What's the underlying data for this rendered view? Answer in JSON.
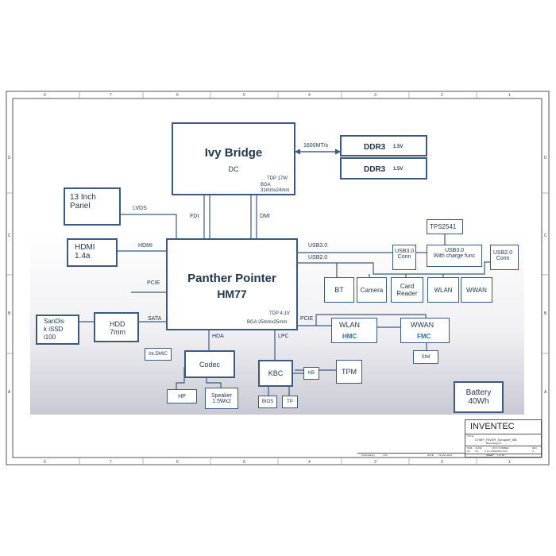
{
  "frame": {
    "col_markers": [
      "6",
      "7",
      "6",
      "5",
      "4",
      "3",
      "2",
      "1"
    ],
    "row_markers": [
      "D",
      "C",
      "B",
      "A"
    ]
  },
  "cpu": {
    "name": "Ivy Bridge",
    "sub": "DC",
    "tdp": "TDP 17W",
    "pkg1": "BGA",
    "pkg2": "31mmx24mm"
  },
  "ddr": [
    {
      "label": "DDR3",
      "volt": "1.5V"
    },
    {
      "label": "DDR3",
      "volt": "1.5V"
    }
  ],
  "mem_link": "1600MT/s",
  "panel": "13 Inch\nPanel",
  "lvds": "LVDS",
  "fdi": "FDI",
  "dmi": "DMI",
  "hdmi_box": "HDMI\n1.4a",
  "hdmi_sig": "HDMI",
  "pch": {
    "name1": "Panther Pointer",
    "name2": "HM77",
    "tdp": "TDP 4.1V",
    "pkg": "BGA 25mmx25mm"
  },
  "pcie_left": "PCIE",
  "sata": "SATA",
  "ssd": "SanDis\nk iSSD\ni100",
  "hdd": "HDD\n7mm",
  "usb30_sig": "USB3.0",
  "usb20_sig": "USB2.0",
  "tps": "TPS2541",
  "usb30_conn": "USB3.0\nConn",
  "usb30_charge": "USB3.0\nWith charge func",
  "usb20_conn": "USB2.0\nConn",
  "bt": "BT",
  "camera": "Camera",
  "card": "Card\nReader",
  "wlan_top": "WLAN",
  "wwan_top": "WWAN",
  "pcie_right": "PCIE",
  "wlan": "WLAN",
  "hmc": "HMC",
  "wwan": "WWAN",
  "fmc": "FMC",
  "sim": "SIM",
  "hda": "HDA",
  "lpc": "LPC",
  "intdmic": "Int.DMIC",
  "codec": "Codec",
  "hp": "HP",
  "speaker": "Speaker\n1.5Wx2",
  "kbc": "KBC",
  "kb": "KB",
  "bios": "BIOS",
  "tp": "TP",
  "tpm": "TPM",
  "battery": "Battery\n40Wh",
  "title_block": {
    "company": "INVENTEC",
    "title_lbl": "TITLE",
    "title": "CHIEF_RIVER_Synapse_MB",
    "block": "Block Diagram",
    "doc_lbl": "DOC NUMBER",
    "doc": "6-1A-11392N03-6-N/L",
    "rev_lbl": "REV",
    "rev": "A",
    "size_lbl": "SIZE",
    "size": "A3",
    "code_lbl": "CODE",
    "code": "CS",
    "sheet_lbl": "SHEET",
    "sheet": "1   of   91",
    "change_lbl": "CHANGE by",
    "change": "XXX",
    "date_lbl": "DATE",
    "date": "19-Mar-2012"
  }
}
